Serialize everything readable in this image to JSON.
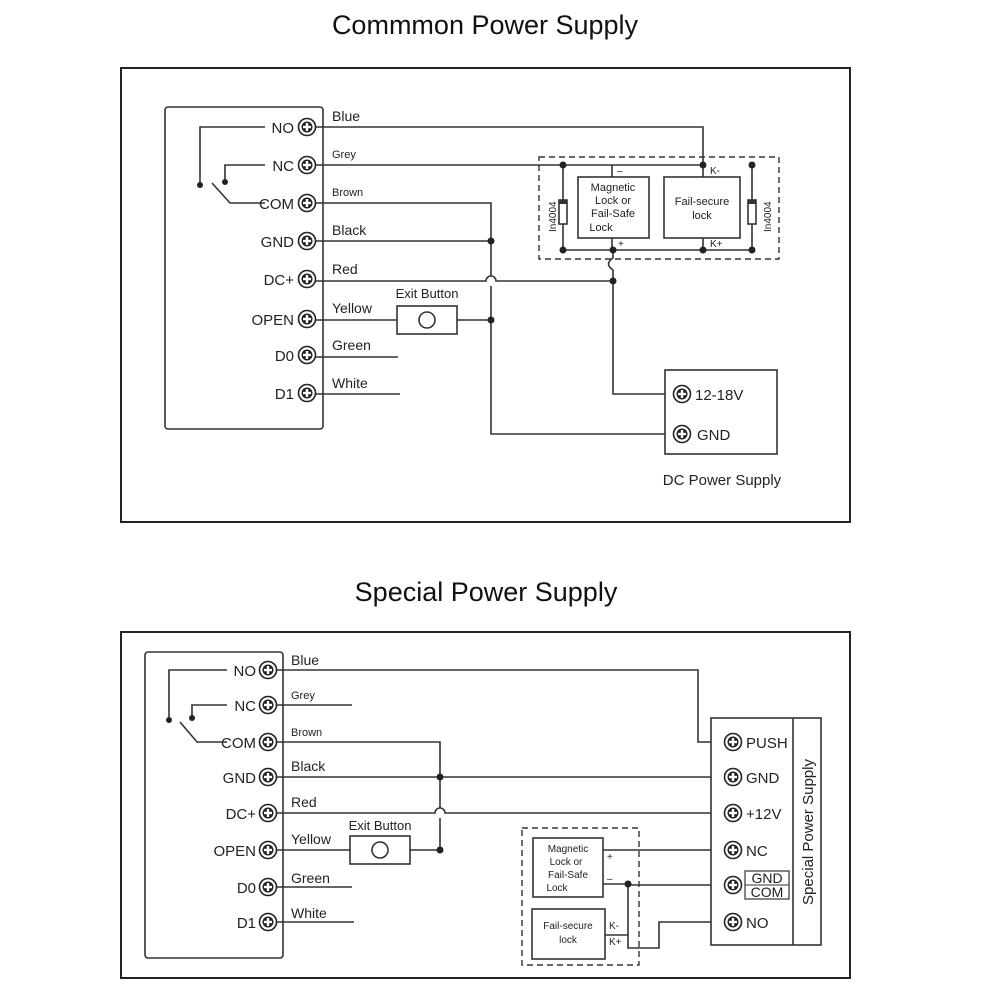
{
  "diagrams": [
    {
      "title": "Commmon Power Supply",
      "terminals": [
        "NO",
        "NC",
        "COM",
        "GND",
        "DC+",
        "OPEN",
        "D0",
        "D1"
      ],
      "wires": [
        "Blue",
        "Grey",
        "Brown",
        "Black",
        "Red",
        "Yellow",
        "Green",
        "White"
      ],
      "exit_button": "Exit Button",
      "lock_a": [
        "Magnetic",
        "Lock or",
        "Fail-Safe",
        "Lock"
      ],
      "lock_b": [
        "Fail-secure",
        "lock"
      ],
      "diode": "In4004",
      "marks": {
        "minus": "–",
        "plus": "+",
        "k_minus": "K-",
        "k_plus": "K+"
      },
      "psu_terminals": [
        "12-18V",
        "GND"
      ],
      "psu_label": "DC Power Supply"
    },
    {
      "title": "Special Power Supply",
      "terminals": [
        "NO",
        "NC",
        "COM",
        "GND",
        "DC+",
        "OPEN",
        "D0",
        "D1"
      ],
      "wires": [
        "Blue",
        "Grey",
        "Brown",
        "Black",
        "Red",
        "Yellow",
        "Green",
        "White"
      ],
      "exit_button": "Exit Button",
      "lock_a": [
        "Magnetic",
        "Lock or",
        "Fail-Safe",
        "Lock"
      ],
      "lock_b": [
        "Fail-secure",
        "lock"
      ],
      "marks": {
        "minus": "–",
        "plus": "+",
        "k_minus": "K-",
        "k_plus": "K+"
      },
      "psu_terminals": [
        "PUSH",
        "GND",
        "+12V",
        "NC",
        "GND",
        "COM",
        "NO"
      ],
      "psu_label": "Special Power Supply"
    }
  ]
}
